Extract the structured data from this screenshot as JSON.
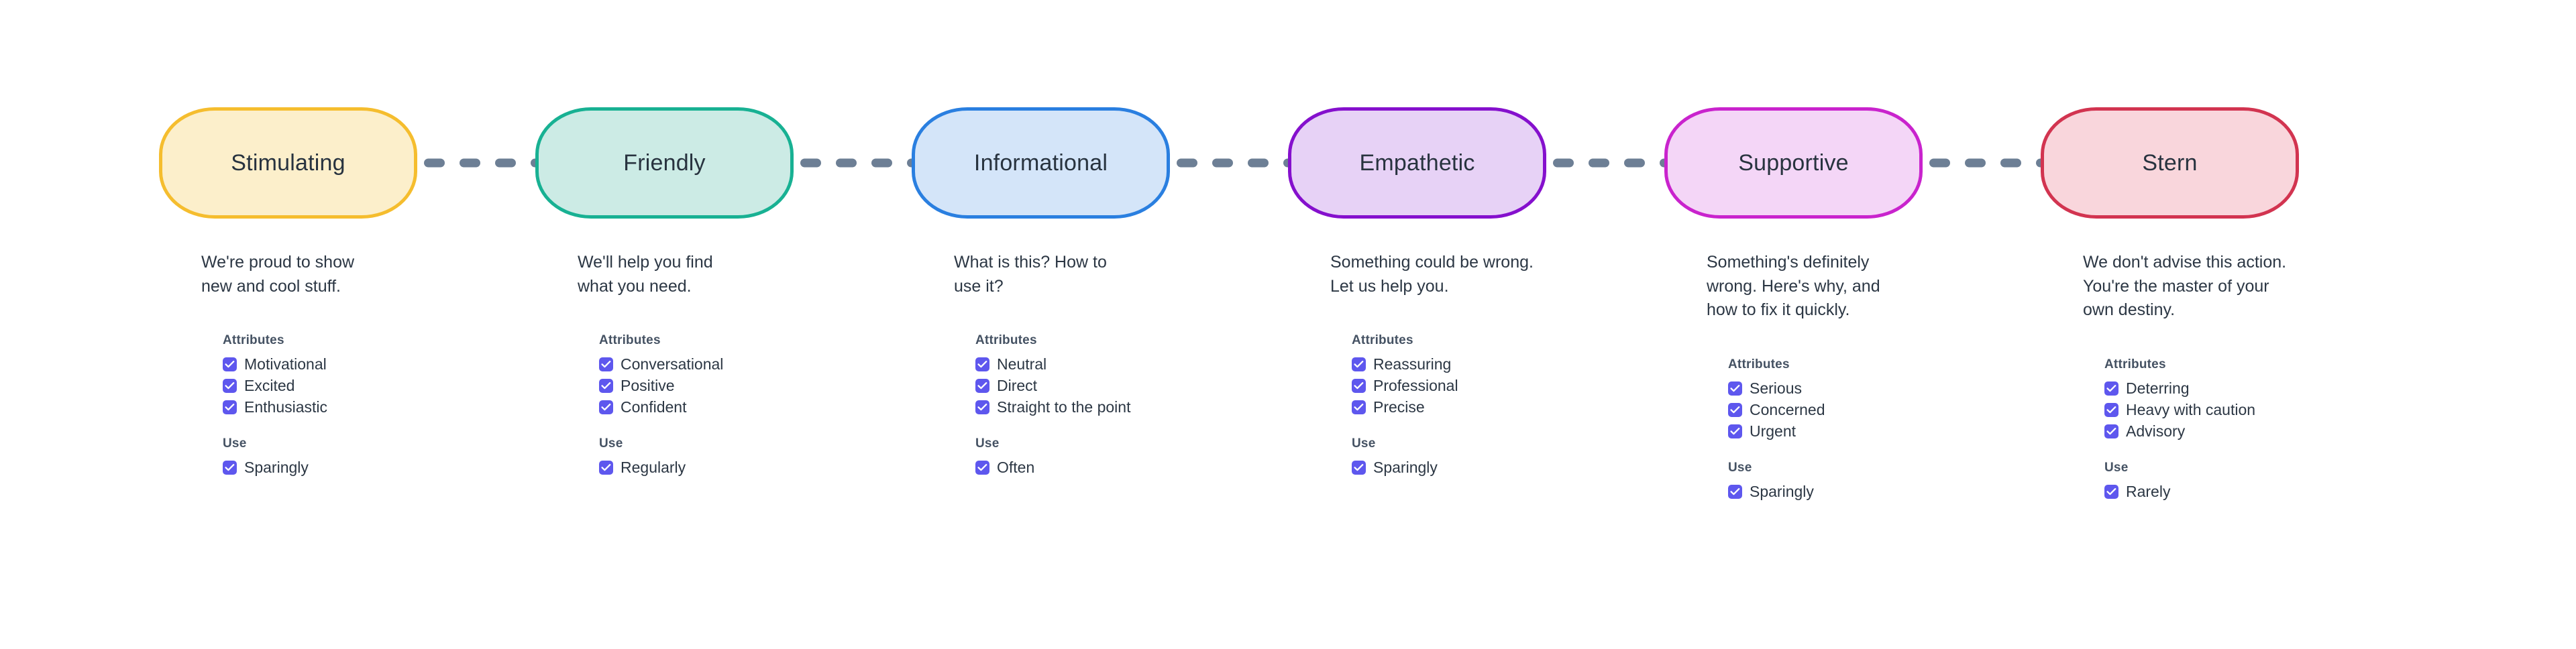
{
  "palette": {
    "background": "#ffffff",
    "text_primary": "#2c3744",
    "text_heading": "#455263",
    "connector_dash": "#6d7f95",
    "checkbox_fill": "#5e57ee",
    "checkbox_tick": "#ffffff"
  },
  "connector": {
    "icon": "dashed-line-connector",
    "dash_count": 4
  },
  "section_labels": {
    "attributes": "Attributes",
    "use": "Use"
  },
  "tones": [
    {
      "name": "Stimulating",
      "fill": "#fcefcb",
      "stroke": "#f5bd2e",
      "description": "We're proud to show\nnew and cool stuff.",
      "attributes": [
        "Motivational",
        "Excited",
        "Enthusiastic"
      ],
      "use": [
        "Sparingly"
      ]
    },
    {
      "name": "Friendly",
      "fill": "#ccebe5",
      "stroke": "#18b193",
      "description": "We'll help you find\nwhat you need.",
      "attributes": [
        "Conversational",
        "Positive",
        "Confident"
      ],
      "use": [
        "Regularly"
      ]
    },
    {
      "name": "Informational",
      "fill": "#d4e5f9",
      "stroke": "#2a7fe0",
      "description": "What is this? How to\nuse it?",
      "attributes": [
        "Neutral",
        "Direct",
        "Straight to the point"
      ],
      "use": [
        "Often"
      ]
    },
    {
      "name": "Empathetic",
      "fill": "#e7d2f6",
      "stroke": "#8510cd",
      "description": "Something could be wrong.\nLet us help you.",
      "attributes": [
        "Reassuring",
        "Professional",
        "Precise"
      ],
      "use": [
        "Sparingly"
      ]
    },
    {
      "name": "Supportive",
      "fill": "#f4d6f7",
      "stroke": "#c923cd",
      "description": "Something's definitely\nwrong. Here's why, and\nhow to fix it quickly.",
      "attributes": [
        "Serious",
        "Concerned",
        "Urgent"
      ],
      "use": [
        "Sparingly"
      ]
    },
    {
      "name": "Stern",
      "fill": "#f9d6dc",
      "stroke": "#d23450",
      "description": "We don't advise this action.\nYou're the master of your\nown destiny.",
      "attributes": [
        "Deterring",
        "Heavy with caution",
        "Advisory"
      ],
      "use": [
        "Rarely"
      ]
    }
  ]
}
